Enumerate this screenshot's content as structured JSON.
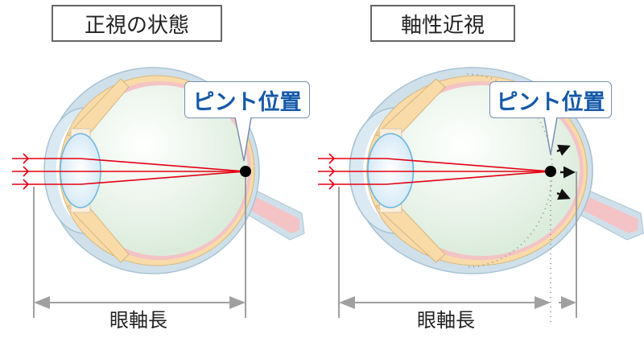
{
  "left_panel": {
    "title": "正視の状態",
    "focus_label": "ピント位置",
    "axis_label": "眼軸長"
  },
  "right_panel": {
    "title": "軸性近視",
    "focus_label": "ピント位置",
    "axis_label": "眼軸長"
  },
  "colors": {
    "sclera": "#cfe0ea",
    "choroid": "#f8dba8",
    "retina": "#f4c3c6",
    "ray": "#e60012",
    "callout_text": "#1559a8",
    "dimension": "#a0a0a0"
  }
}
